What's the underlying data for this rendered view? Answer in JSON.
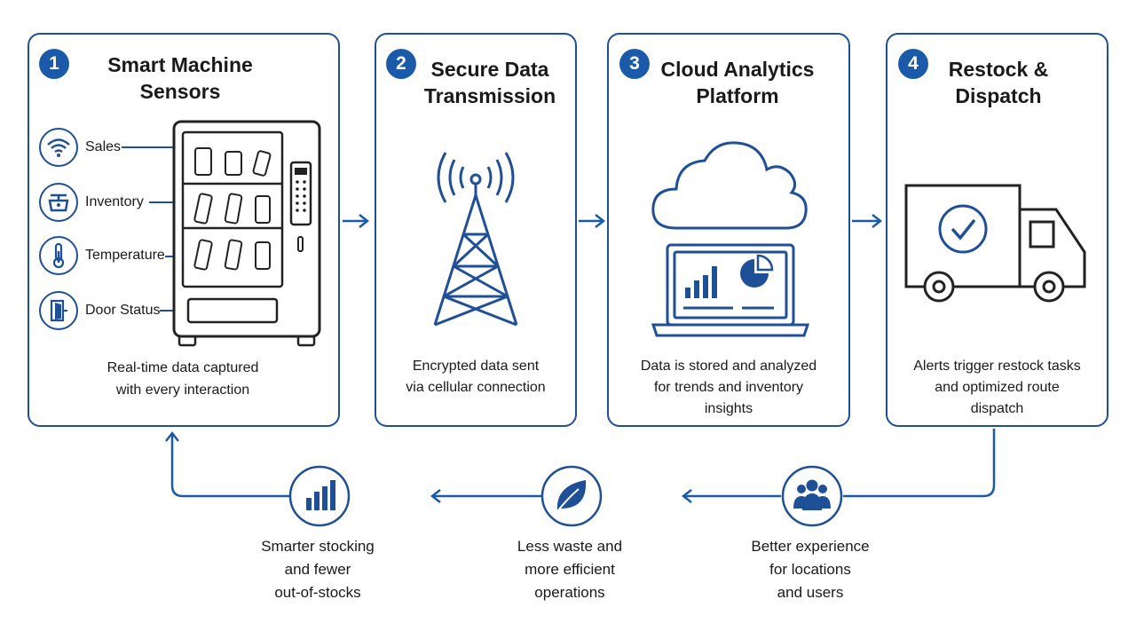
{
  "steps": [
    {
      "number": "1",
      "title_line1": "Smart Machine",
      "title_line2": "Sensors",
      "desc_line1": "Real-time data captured",
      "desc_line2": "with every interaction"
    },
    {
      "number": "2",
      "title_line1": "Secure Data",
      "title_line2": "Transmission",
      "desc_line1": "Encrypted data sent",
      "desc_line2": "via cellular connection"
    },
    {
      "number": "3",
      "title_line1": "Cloud Analytics",
      "title_line2": "Platform",
      "desc_line1": "Data is stored and analyzed",
      "desc_line2": "for trends and inventory",
      "desc_line3": "insights"
    },
    {
      "number": "4",
      "title_line1": "Restock &",
      "title_line2": "Dispatch",
      "desc_line1": "Alerts trigger restock tasks",
      "desc_line2": "and optimized route",
      "desc_line3": "dispatch"
    }
  ],
  "sensors": [
    {
      "label": "Sales",
      "icon": "wifi-icon"
    },
    {
      "label": "Inventory",
      "icon": "scale-icon"
    },
    {
      "label": "Temperature",
      "icon": "thermometer-icon"
    },
    {
      "label": "Door Status",
      "icon": "door-icon"
    }
  ],
  "outcomes": [
    {
      "line1": "Smarter stocking",
      "line2": "and fewer",
      "line3": "out-of-stocks",
      "icon": "bar-chart-icon"
    },
    {
      "line1": "Less waste and",
      "line2": "more efficient",
      "line3": "operations",
      "icon": "leaf-icon"
    },
    {
      "line1": "Better experience",
      "line2": "for locations",
      "line3": "and users",
      "icon": "people-icon"
    }
  ],
  "colors": {
    "accent": "#1b5aa8",
    "stroke": "#1f4f96",
    "text": "#1a1a1a"
  }
}
